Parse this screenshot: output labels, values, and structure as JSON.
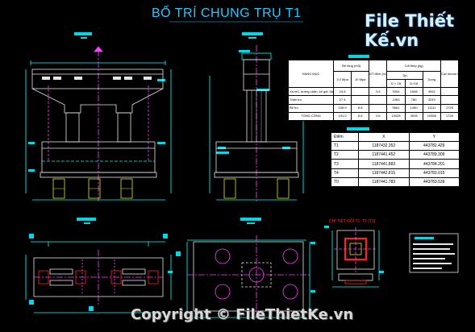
{
  "drawing": {
    "title": "BỐ TRÍ CHUNG TRỤ T1",
    "detail_title": "CHI TIẾT GỐI T1, T2 (T3)"
  },
  "watermark": {
    "logo_text": "File Thiết Kế.vn",
    "copyright": "Copyright © FileThietKe.vn"
  },
  "colors": {
    "background": "#000000",
    "title": "#28c8ff",
    "cyan_line": "#00ffff",
    "label_block": "#00d8e8",
    "magenta": "#ff40ff",
    "red": "#ff2020",
    "yellow": "#e8e800",
    "white_line": "#e6e6e6"
  },
  "table_quantities": {
    "header_item": "HẠNG MỤC",
    "header_concrete": "Bê tông (m3)",
    "header_formwork": "BT đệm (m3)",
    "header_steel": "Cốt thép (kg)",
    "header_pile": "Cọc khoan nhồi D=1.2m (m)",
    "subheaders": [
      "3 0 Mpa",
      "10 Mpa",
      "D>18",
      "D < 18",
      "Dp",
      "Dọng"
    ],
    "rows": [
      {
        "item": "Xà mũ, tường chắn, kê gối, đá kê",
        "v": [
          "24.8",
          "",
          "0.6",
          "3304",
          "1698",
          "4992",
          ""
        ]
      },
      {
        "item": "Thân trụ",
        "v": [
          "27.4",
          "",
          "",
          "2463",
          "780",
          "3243",
          ""
        ]
      },
      {
        "item": "Bệ trụ",
        "v": [
          "138.9",
          "8.8",
          "",
          "9661",
          "1450",
          "11111",
          "1728"
        ]
      },
      {
        "item": "TỔNG CỘNG",
        "v": [
          "191.0",
          "8.8",
          "0.6",
          "15428",
          "3928",
          "19356",
          "1728"
        ]
      }
    ]
  },
  "table_coordinates": {
    "headers": [
      "Điểm",
      "X",
      "Y"
    ],
    "rows": [
      [
        "T1",
        "1187432.352",
        "443782.429"
      ],
      [
        "T2",
        "1187441.452",
        "443789.309"
      ],
      [
        "T3",
        "1187441.883",
        "443784.201"
      ],
      [
        "T4",
        "1187442.815",
        "443783.015"
      ],
      [
        "T0",
        "1187441.783",
        "443783.539"
      ]
    ]
  }
}
